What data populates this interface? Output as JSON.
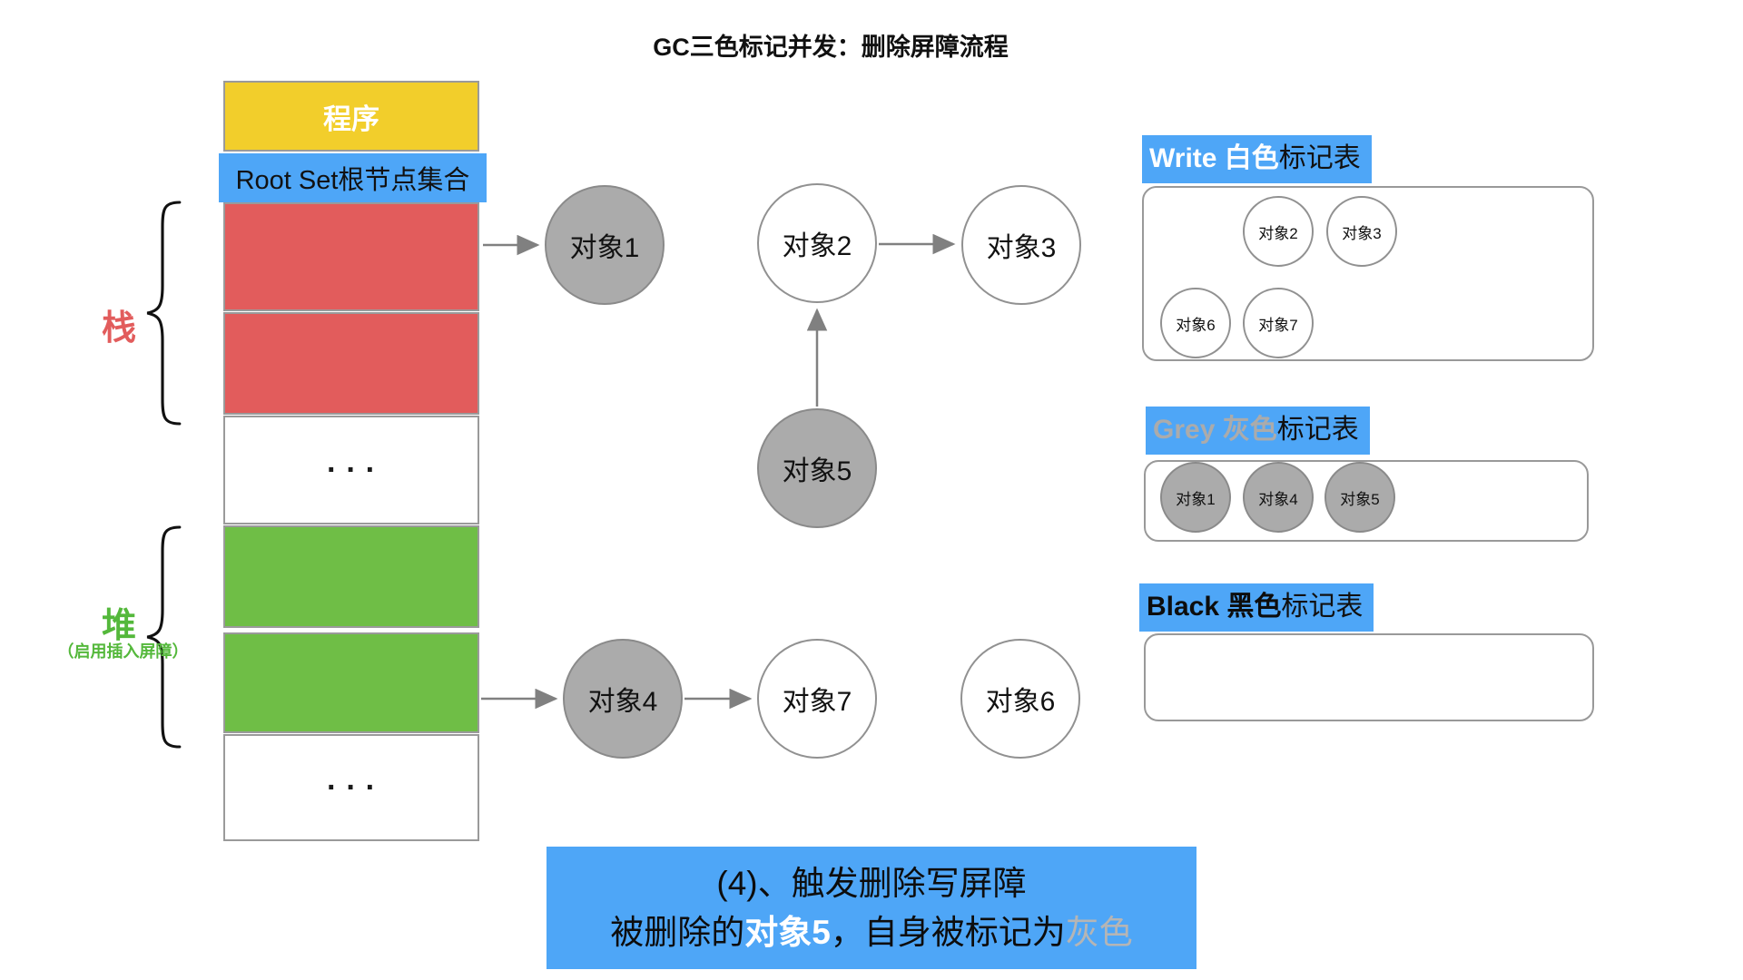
{
  "title": "GC三色标记并发：删除屏障流程",
  "memory_column": {
    "program": "程序",
    "root_set": "Root Set根节点集合",
    "stack_brace_label": "栈",
    "heap_brace_label": "堆",
    "heap_brace_sublabel": "（启用插入屏障）",
    "ellipsis_top": "···",
    "ellipsis_bottom": "···"
  },
  "graph_nodes": [
    {
      "label": "对象1",
      "color": "grey"
    },
    {
      "label": "对象2",
      "color": "white"
    },
    {
      "label": "对象3",
      "color": "white"
    },
    {
      "label": "对象5",
      "color": "grey"
    },
    {
      "label": "对象4",
      "color": "grey"
    },
    {
      "label": "对象7",
      "color": "white"
    },
    {
      "label": "对象6",
      "color": "white"
    }
  ],
  "mark_tables": {
    "white": {
      "title_accent": "Write 白色",
      "title_rest": "标记表",
      "items": [
        "对象2",
        "对象3",
        "对象6",
        "对象7"
      ]
    },
    "grey": {
      "title_accent": "Grey 灰色",
      "title_rest": "标记表",
      "items": [
        "对象1",
        "对象4",
        "对象5"
      ]
    },
    "black": {
      "title_accent": "Black 黑色",
      "title_rest": "标记表",
      "items": []
    }
  },
  "caption": {
    "line1": "(4)、触发删除写屏障",
    "line2_prefix": "被删除的",
    "line2_highlight": "对象5",
    "line2_middle": "，自身被标记为",
    "line2_suffix": "灰色"
  },
  "colors": {
    "blue_accent": "#4EA6F7",
    "yellow_program": "#F2CE2B",
    "red_stack": "#E25C5C",
    "green_heap": "#6FBE46",
    "grey_node_fill": "#ABABAB",
    "grey_text": "#ABABAB"
  }
}
